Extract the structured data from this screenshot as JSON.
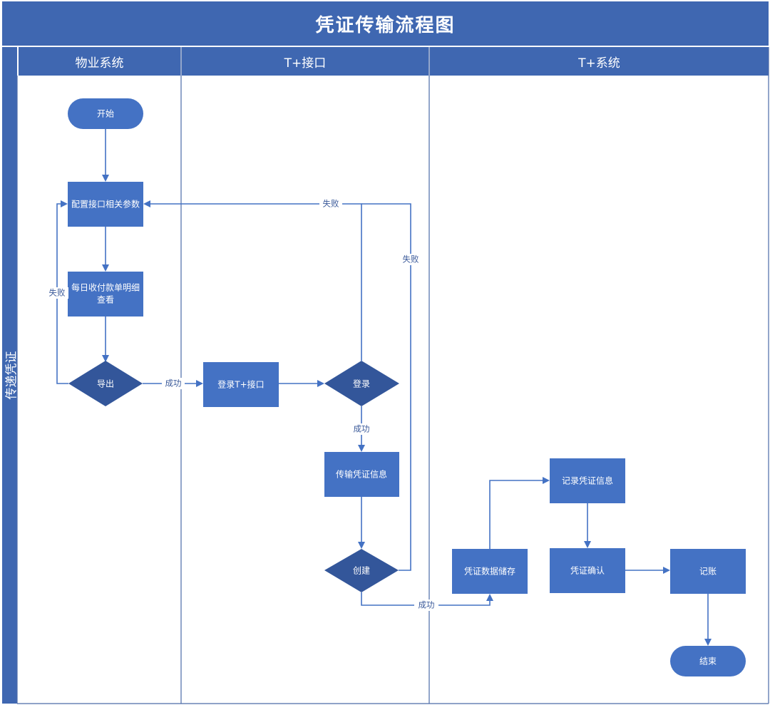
{
  "title": "凭证传输流程图",
  "side_label": "传递凭证",
  "lanes": {
    "property": "物业系统",
    "interface": "T+接口",
    "tplus": "T+系统"
  },
  "colors": {
    "header": "#3f67b1",
    "node": "#4472c4",
    "decision": "#33569a",
    "arrow": "#4472c4",
    "lane_line": "#4b6aa8"
  },
  "nodes": {
    "start": "开始",
    "config": "配置接口相关参数",
    "view_line1": "每日收付款单明细",
    "view_line2": "查看",
    "export": "导出",
    "login_iface": "登录T+接口",
    "login": "登录",
    "transfer": "传输凭证信息",
    "create": "创建",
    "store": "凭证数据储存",
    "record": "记录凭证信息",
    "confirm": "凭证确认",
    "post": "记账",
    "end": "结束"
  },
  "edges": {
    "export_fail": "失败",
    "export_success": "成功",
    "login_fail": "失败",
    "login_success": "成功",
    "create_fail": "失败",
    "create_success": "成功"
  }
}
